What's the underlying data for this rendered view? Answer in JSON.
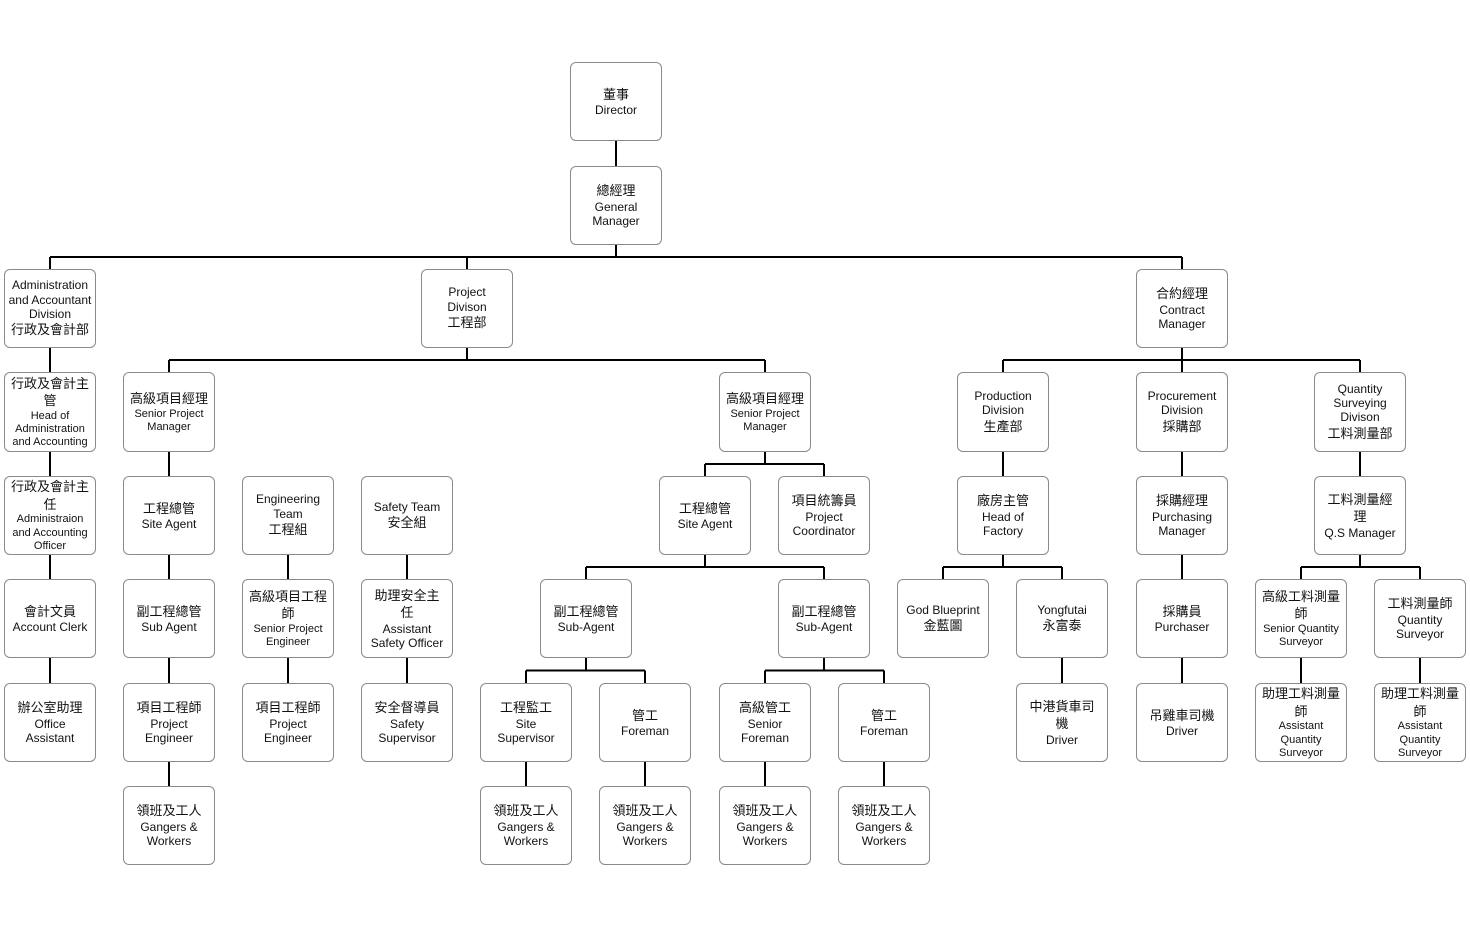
{
  "nodes": [
    {
      "id": "director",
      "lines": [
        "董事",
        "Director"
      ]
    },
    {
      "id": "gm",
      "lines": [
        "總經理",
        "General",
        "Manager"
      ]
    },
    {
      "id": "admin-div",
      "lines": [
        "Administration",
        "and Accountant",
        "Division",
        "行政及會計部"
      ]
    },
    {
      "id": "project-div",
      "lines": [
        "Project",
        "Divison",
        "工程部"
      ]
    },
    {
      "id": "contract-mgr",
      "lines": [
        "合約經理",
        "Contract",
        "Manager"
      ]
    },
    {
      "id": "head-admin",
      "lines": [
        "行政及會計主",
        "管",
        "Head of",
        "Administration",
        "and Accounting"
      ]
    },
    {
      "id": "admin-officer",
      "lines": [
        "行政及會計主",
        "任",
        "Administraion",
        "and Accounting",
        "Officer"
      ]
    },
    {
      "id": "account-clerk",
      "lines": [
        "會計文員",
        "Account Clerk"
      ]
    },
    {
      "id": "office-assistant",
      "lines": [
        "辦公室助理",
        "Office",
        "Assistant"
      ]
    },
    {
      "id": "spm-1",
      "lines": [
        "高級項目經理",
        "Senior Project",
        "Manager"
      ]
    },
    {
      "id": "site-agent-1",
      "lines": [
        "工程總管",
        "Site Agent"
      ]
    },
    {
      "id": "sub-agent-1",
      "lines": [
        "副工程總管",
        "Sub Agent"
      ]
    },
    {
      "id": "project-engineer-1",
      "lines": [
        "項目工程師",
        "Project",
        "Engineer"
      ]
    },
    {
      "id": "gangers-1",
      "lines": [
        "領班及工人",
        "Gangers &",
        "Workers"
      ]
    },
    {
      "id": "eng-team",
      "lines": [
        "Engineering",
        "Team",
        "工程組"
      ]
    },
    {
      "id": "senior-pe",
      "lines": [
        "高級項目工程",
        "師",
        "Senior Project",
        "Engineer"
      ]
    },
    {
      "id": "project-engineer-2",
      "lines": [
        "項目工程師",
        "Project",
        "Engineer"
      ]
    },
    {
      "id": "safety-team",
      "lines": [
        "Safety Team",
        "安全組"
      ]
    },
    {
      "id": "asst-safety",
      "lines": [
        "助理安全主",
        "任",
        "Assistant",
        "Safety Officer"
      ]
    },
    {
      "id": "safety-supervisor",
      "lines": [
        "安全督導員",
        "Safety",
        "Supervisor"
      ]
    },
    {
      "id": "spm-2",
      "lines": [
        "高級項目經理",
        "Senior Project",
        "Manager"
      ]
    },
    {
      "id": "site-agent-2",
      "lines": [
        "工程總管",
        "Site Agent"
      ]
    },
    {
      "id": "project-coord",
      "lines": [
        "項目統籌員",
        "Project",
        "Coordinator"
      ]
    },
    {
      "id": "sub-agent-a",
      "lines": [
        "副工程總管",
        "Sub-Agent"
      ]
    },
    {
      "id": "sub-agent-b",
      "lines": [
        "副工程總管",
        "Sub-Agent"
      ]
    },
    {
      "id": "site-supervisor",
      "lines": [
        "工程監工",
        "Site",
        "Supervisor"
      ]
    },
    {
      "id": "foreman-1",
      "lines": [
        "管工",
        "Foreman"
      ]
    },
    {
      "id": "senior-foreman",
      "lines": [
        "高級管工",
        "Senior",
        "Foreman"
      ]
    },
    {
      "id": "foreman-2",
      "lines": [
        "管工",
        "Foreman"
      ]
    },
    {
      "id": "gangers-2",
      "lines": [
        "領班及工人",
        "Gangers &",
        "Workers"
      ]
    },
    {
      "id": "gangers-3",
      "lines": [
        "領班及工人",
        "Gangers &",
        "Workers"
      ]
    },
    {
      "id": "gangers-4",
      "lines": [
        "領班及工人",
        "Gangers &",
        "Workers"
      ]
    },
    {
      "id": "gangers-5",
      "lines": [
        "領班及工人",
        "Gangers &",
        "Workers"
      ]
    },
    {
      "id": "production-div",
      "lines": [
        "Production",
        "Division",
        "生產部"
      ]
    },
    {
      "id": "head-factory",
      "lines": [
        "廠房主管",
        "Head of",
        "Factory"
      ]
    },
    {
      "id": "god-blueprint",
      "lines": [
        "God Blueprint",
        "金藍圖"
      ]
    },
    {
      "id": "yongfutai",
      "lines": [
        "Yongfutai",
        "永富泰"
      ]
    },
    {
      "id": "driver-1",
      "lines": [
        "中港貨車司",
        "機",
        "Driver"
      ]
    },
    {
      "id": "procurement-div",
      "lines": [
        "Procurement",
        "Division",
        "採購部"
      ]
    },
    {
      "id": "purchasing-mgr",
      "lines": [
        "採購經理",
        "Purchasing",
        "Manager"
      ]
    },
    {
      "id": "purchaser",
      "lines": [
        "採購員",
        "Purchaser"
      ]
    },
    {
      "id": "driver-2",
      "lines": [
        "吊雞車司機",
        "Driver"
      ]
    },
    {
      "id": "qs-div",
      "lines": [
        "Quantity",
        "Surveying",
        "Divison",
        "工料測量部"
      ]
    },
    {
      "id": "qs-mgr",
      "lines": [
        "工料測量經",
        "理",
        "Q.S Manager"
      ]
    },
    {
      "id": "senior-qs",
      "lines": [
        "高級工料測量",
        "師",
        "Senior Quantity",
        "Surveyor"
      ]
    },
    {
      "id": "qs",
      "lines": [
        "工料測量師",
        "Quantity",
        "Surveyor"
      ]
    },
    {
      "id": "asst-qs-1",
      "lines": [
        "助理工料測量",
        "師",
        "Assistant",
        "Quantity",
        "Surveyor"
      ]
    },
    {
      "id": "asst-qs-2",
      "lines": [
        "助理工料測量",
        "師",
        "Assistant",
        "Quantity",
        "Surveyor"
      ]
    }
  ],
  "edges": [
    [
      "director",
      "gm"
    ],
    [
      "gm",
      "admin-div"
    ],
    [
      "gm",
      "project-div"
    ],
    [
      "gm",
      "contract-mgr"
    ],
    [
      "admin-div",
      "head-admin"
    ],
    [
      "head-admin",
      "admin-officer"
    ],
    [
      "admin-officer",
      "account-clerk"
    ],
    [
      "account-clerk",
      "office-assistant"
    ],
    [
      "project-div",
      "spm-1"
    ],
    [
      "project-div",
      "spm-2"
    ],
    [
      "spm-1",
      "site-agent-1"
    ],
    [
      "site-agent-1",
      "sub-agent-1"
    ],
    [
      "sub-agent-1",
      "project-engineer-1"
    ],
    [
      "project-engineer-1",
      "gangers-1"
    ],
    [
      "eng-team",
      "senior-pe"
    ],
    [
      "senior-pe",
      "project-engineer-2"
    ],
    [
      "safety-team",
      "asst-safety"
    ],
    [
      "asst-safety",
      "safety-supervisor"
    ],
    [
      "spm-2",
      "site-agent-2"
    ],
    [
      "spm-2",
      "project-coord"
    ],
    [
      "site-agent-2",
      "sub-agent-a"
    ],
    [
      "site-agent-2",
      "sub-agent-b"
    ],
    [
      "sub-agent-a",
      "site-supervisor"
    ],
    [
      "sub-agent-a",
      "foreman-1"
    ],
    [
      "sub-agent-b",
      "senior-foreman"
    ],
    [
      "sub-agent-b",
      "foreman-2"
    ],
    [
      "site-supervisor",
      "gangers-2"
    ],
    [
      "foreman-1",
      "gangers-3"
    ],
    [
      "senior-foreman",
      "gangers-4"
    ],
    [
      "foreman-2",
      "gangers-5"
    ],
    [
      "contract-mgr",
      "production-div"
    ],
    [
      "contract-mgr",
      "procurement-div"
    ],
    [
      "contract-mgr",
      "qs-div"
    ],
    [
      "production-div",
      "head-factory"
    ],
    [
      "head-factory",
      "god-blueprint"
    ],
    [
      "head-factory",
      "yongfutai"
    ],
    [
      "yongfutai",
      "driver-1"
    ],
    [
      "procurement-div",
      "purchasing-mgr"
    ],
    [
      "purchasing-mgr",
      "purchaser"
    ],
    [
      "purchaser",
      "driver-2"
    ],
    [
      "qs-div",
      "qs-mgr"
    ],
    [
      "qs-mgr",
      "senior-qs"
    ],
    [
      "qs-mgr",
      "qs"
    ],
    [
      "senior-qs",
      "asst-qs-1"
    ],
    [
      "qs",
      "asst-qs-2"
    ]
  ]
}
